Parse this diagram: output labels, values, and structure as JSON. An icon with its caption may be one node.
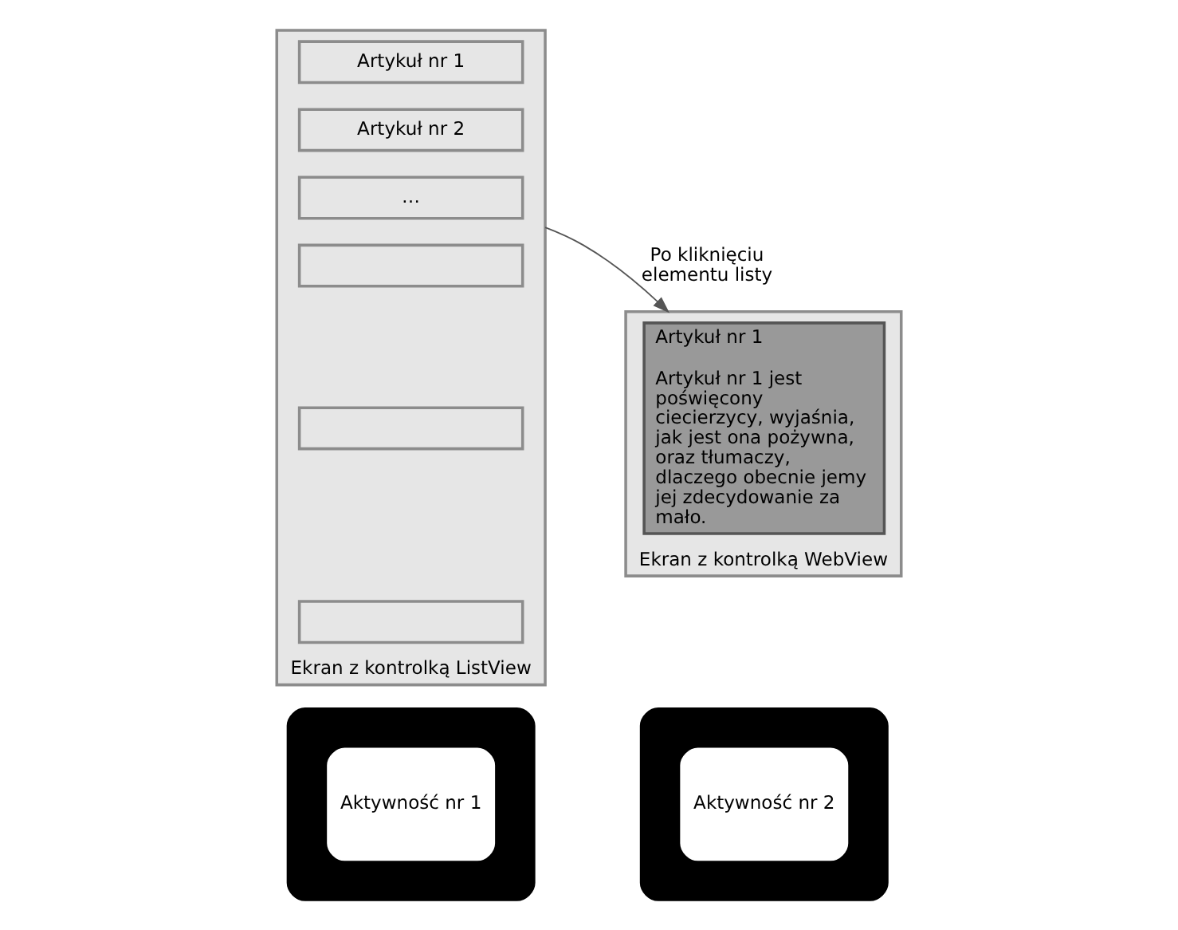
{
  "diagram": {
    "nodes": [
      {
        "text": [
          "Ekran z kontrolką ListView"
        ]
      },
      {
        "text": [
          "Artykuł nr 1"
        ],
        "in": 0
      },
      {
        "text": [
          "Artykuł nr 2"
        ],
        "in": 0
      },
      {
        "text": [
          "…"
        ],
        "in": 0
      },
      {
        "text": [],
        "shape": "box",
        "in": 0
      },
      {
        "text": [],
        "shape": "box",
        "in": 0
      },
      {
        "text": [],
        "shape": "box",
        "in": 0
      },
      {
        "text": [
          "Ekran z kontrolką WebView"
        ]
      },
      {
        "text": [
          "Artykuł nr 1",
          "Artykuł nr 1 jest poświęcony ciecierzycy, wyjaśnia, jak jest ona pożywna, oraz tłumaczy, dlaczego obecnie jemy jej zdecydowanie za mało."
        ],
        "in": 7
      },
      {
        "text": [],
        "shape": "box"
      },
      {
        "text": [
          "Aktywność nr 1"
        ],
        "in": 9
      },
      {
        "text": [],
        "shape": "box"
      },
      {
        "text": [
          "Aktywność nr 2"
        ],
        "in": 11
      }
    ],
    "edges": [
      {
        "from": 0,
        "to": 7,
        "arrow": "to",
        "label": "Po kliknięciu elementu listy"
      }
    ]
  }
}
